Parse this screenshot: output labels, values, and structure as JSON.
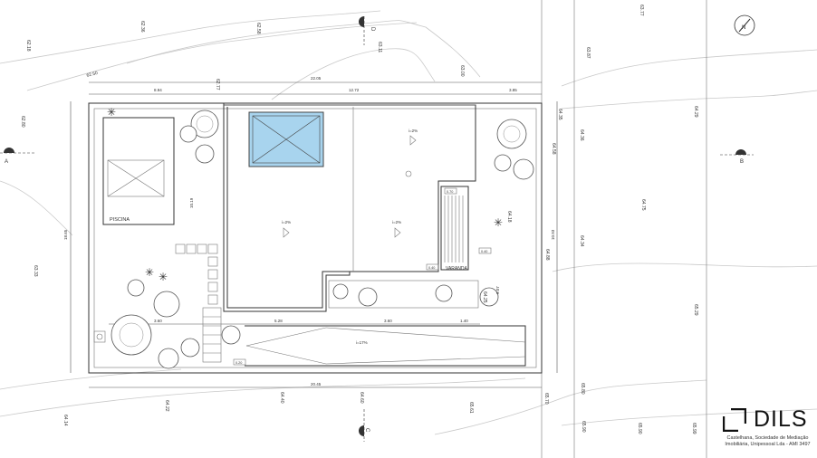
{
  "plan": {
    "contour_levels": [
      "62.18",
      "62.36",
      "62.58",
      "63.11",
      "63.77",
      "63.87",
      "62.50",
      "62.77",
      "63.00",
      "62.80",
      "64.35",
      "64.29",
      "64.36",
      "64.58",
      "64.75",
      "64.18",
      "64.34",
      "64.88",
      "63.33",
      "64.25",
      "65.29",
      "64.14",
      "64.22",
      "64.40",
      "64.60",
      "65.61",
      "65.70",
      "65.80",
      "65.90",
      "65.99"
    ],
    "dimensions": {
      "total_width": "22.05",
      "top_segments": [
        "8.94",
        "12.72",
        "3.85"
      ],
      "total_depth": "18.65",
      "bottom_total": "20.45",
      "bottom_segments": [
        "3.60",
        "5.28",
        "3.60",
        "1.40"
      ],
      "side_segments": [
        "10.19",
        "10.93",
        "9.07"
      ]
    },
    "section_markers": [
      {
        "label": "A"
      },
      {
        "label": "B"
      },
      {
        "label": "D"
      },
      {
        "label": "C"
      }
    ],
    "rooms": {
      "pool_label": "PISCINA",
      "veranda_label": "VARANDA"
    },
    "slopes": [
      "i=2%",
      "i=2%",
      "i=2%",
      "i=17%"
    ],
    "tags": [
      "0.70",
      "0.40",
      "0.40",
      "0.20"
    ],
    "north_symbol": "N"
  },
  "branding": {
    "name": "DILS",
    "company": "Castelhana, Sociedade de Mediação",
    "company_line2": "Imobiliária, Unipessoal Lda - AMI 3497",
    "accent_color": "#111111"
  }
}
